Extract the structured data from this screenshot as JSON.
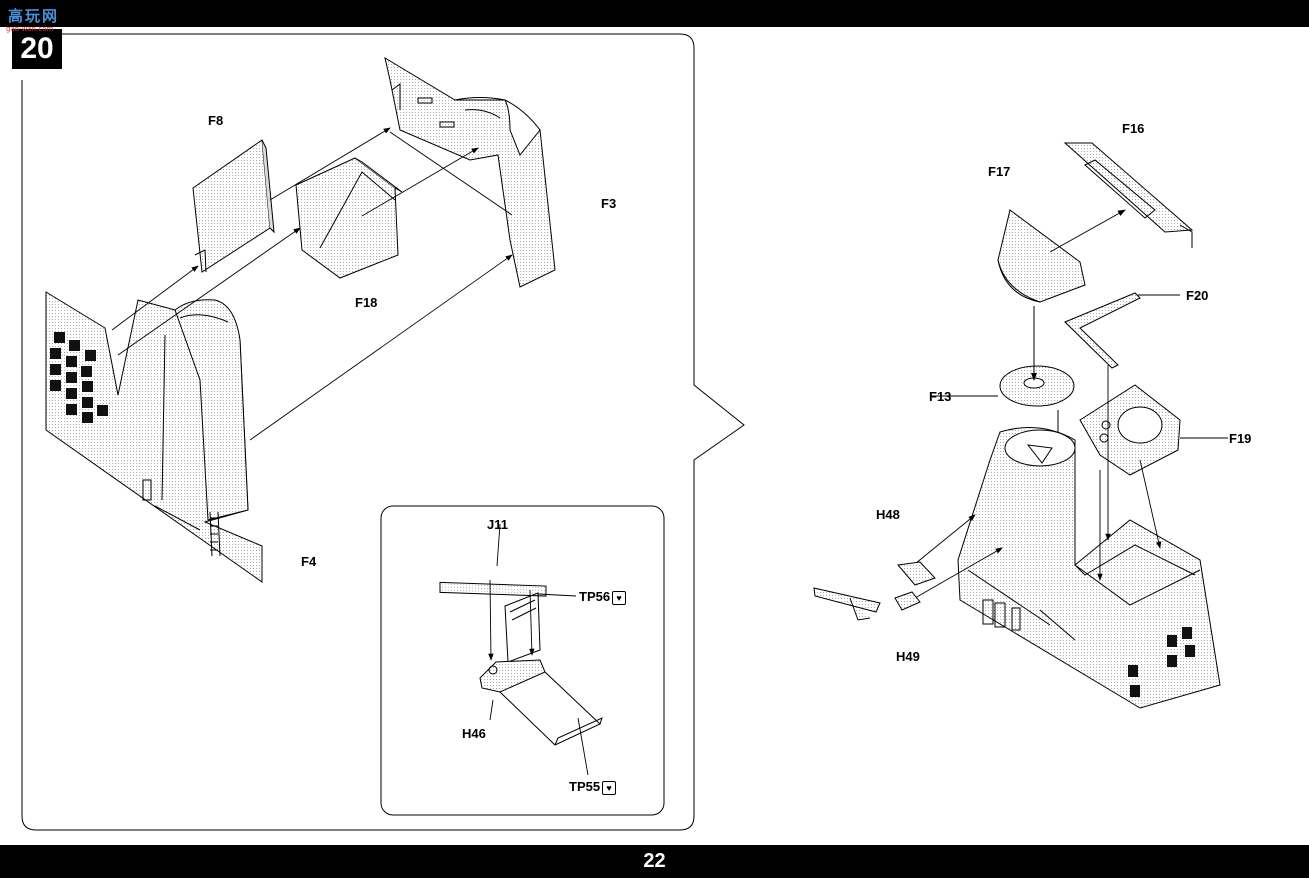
{
  "header": {
    "logo_text": "高玩网",
    "logo_url": "gao-wan.com",
    "step_number": "20"
  },
  "footer": {
    "page_number": "22"
  },
  "main_panel": {
    "labels": {
      "F8": "F8",
      "F3": "F3",
      "F18": "F18",
      "F4": "F4"
    }
  },
  "inset_panel": {
    "labels": {
      "J11": "J11",
      "TP56": "TP56",
      "H46": "H46",
      "TP55": "TP55"
    },
    "photoetch_icon": "broken-heart-icon"
  },
  "right_diagram": {
    "labels": {
      "F16": "F16",
      "F17": "F17",
      "F20": "F20",
      "F13": "F13",
      "F19": "F19",
      "H48": "H48",
      "H49": "H49"
    }
  }
}
